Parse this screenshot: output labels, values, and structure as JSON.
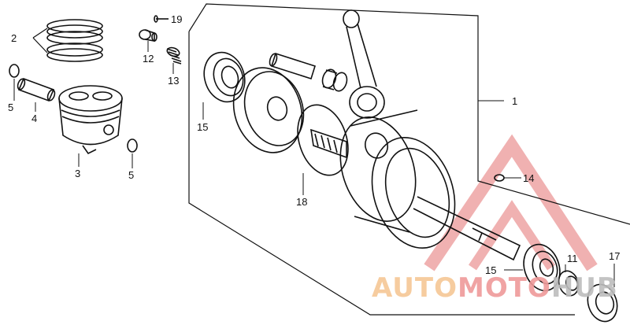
{
  "callouts": {
    "c1": "1",
    "c2": "2",
    "c3": "3",
    "c4": "4",
    "c5a": "5",
    "c5b": "5",
    "c11": "11",
    "c12": "12",
    "c13": "13",
    "c14": "14",
    "c15a": "15",
    "c15b": "15",
    "c17": "17",
    "c18": "18",
    "c19": "19"
  },
  "watermark": {
    "part1": "AUTO",
    "part2": "MOTO",
    "part3": "HUB",
    "color_primary": "#f6c795",
    "color_secondary": "#ef9a9a",
    "color_tertiary": "#bdbdbd"
  }
}
